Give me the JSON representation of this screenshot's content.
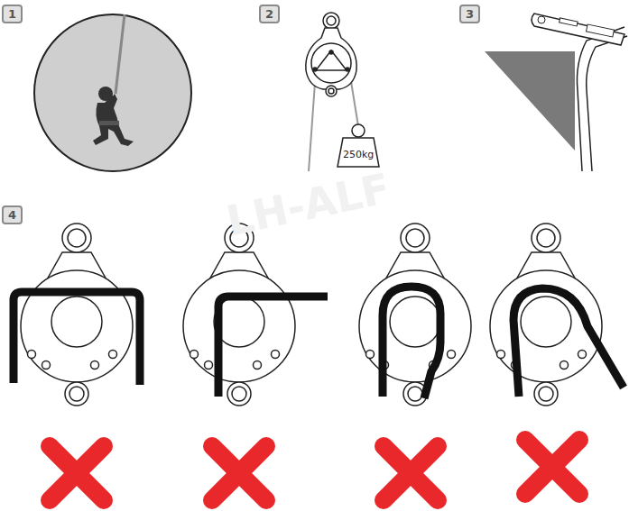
{
  "diagram": {
    "nodes": [
      {
        "text": [
          "1"
        ]
      },
      {
        "text": [
          "2"
        ]
      },
      {
        "text": [
          "3"
        ]
      },
      {
        "text": [
          "250kg"
        ]
      },
      {
        "text": [
          "4"
        ]
      }
    ],
    "edges": [],
    "labels": [
      "LH-ALF"
    ]
  }
}
